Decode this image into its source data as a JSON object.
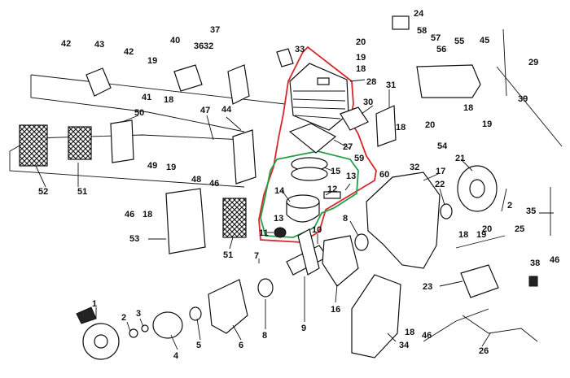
{
  "diagram": {
    "highlight_colors": {
      "engine_group": "#d8262a",
      "piston_group": "#23a047"
    },
    "labels": {
      "l1": "1",
      "l2": "2",
      "l2b": "2",
      "l3": "3",
      "l4": "4",
      "l5": "5",
      "l6": "6",
      "l7": "7",
      "l8a": "8",
      "l8b": "8",
      "l9": "9",
      "l10": "10",
      "l11": "11",
      "l12": "12",
      "l13a": "13",
      "l13b": "13",
      "l14": "14",
      "l15": "15",
      "l16": "16",
      "l17": "17",
      "l18a": "18",
      "l18b": "18",
      "l18c": "18",
      "l18d": "18",
      "l18e": "18",
      "l18f": "18",
      "l18g": "18",
      "l19a": "19",
      "l19b": "19",
      "l19c": "19",
      "l19d": "19",
      "l19e": "19",
      "l20a": "20",
      "l20b": "20",
      "l20c": "20",
      "l21": "21",
      "l22": "22",
      "l23": "23",
      "l24": "24",
      "l25": "25",
      "l26": "26",
      "l27": "27",
      "l28": "28",
      "l29": "29",
      "l30": "30",
      "l31": "31",
      "l32a": "32",
      "l32b": "32",
      "l33": "33",
      "l34": "34",
      "l35": "35",
      "l36": "36",
      "l37": "37",
      "l38": "38",
      "l39": "39",
      "l40": "40",
      "l41": "41",
      "l42a": "42",
      "l42b": "42",
      "l43": "43",
      "l44": "44",
      "l45": "45",
      "l46a": "46",
      "l46b": "46",
      "l46c": "46",
      "l46d": "46",
      "l47": "47",
      "l48": "48",
      "l49": "49",
      "l50": "50",
      "l51a": "51",
      "l51b": "51",
      "l52": "52",
      "l53": "53",
      "l54": "54",
      "l55": "55",
      "l56": "56",
      "l57": "57",
      "l58": "58",
      "l59": "59",
      "l60": "60"
    }
  }
}
